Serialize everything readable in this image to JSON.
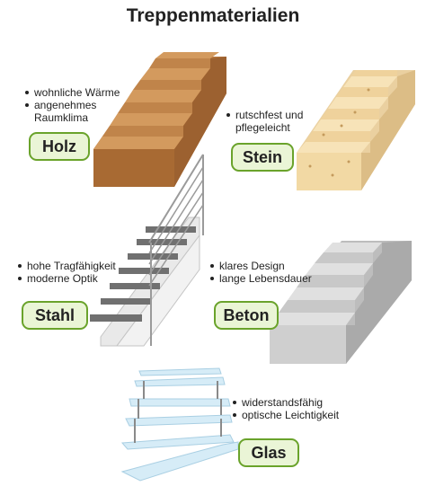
{
  "title": "Treppenmaterialien",
  "materials": [
    {
      "label": "Holz",
      "features": [
        "wohnliche Wärme",
        "angenehmes Raumklima"
      ]
    },
    {
      "label": "Stein",
      "features": [
        "rutschfest und pflegeleicht"
      ]
    },
    {
      "label": "Stahl",
      "features": [
        "hohe Tragfähigkeit",
        "moderne Optik"
      ]
    },
    {
      "label": "Beton",
      "features": [
        "klares Design",
        "lange Lebensdauer"
      ]
    },
    {
      "label": "Glas",
      "features": [
        "widerstandsfähig",
        "optische Leichtigkeit"
      ]
    }
  ],
  "colors": {
    "label_border": "#6aa32b",
    "label_fill": "#eaf5d6",
    "wood": "#c0844a",
    "stone": "#f2d9a4",
    "steel": "#707070",
    "concrete": "#c8c8c8",
    "glass": "#d6ecf7"
  }
}
